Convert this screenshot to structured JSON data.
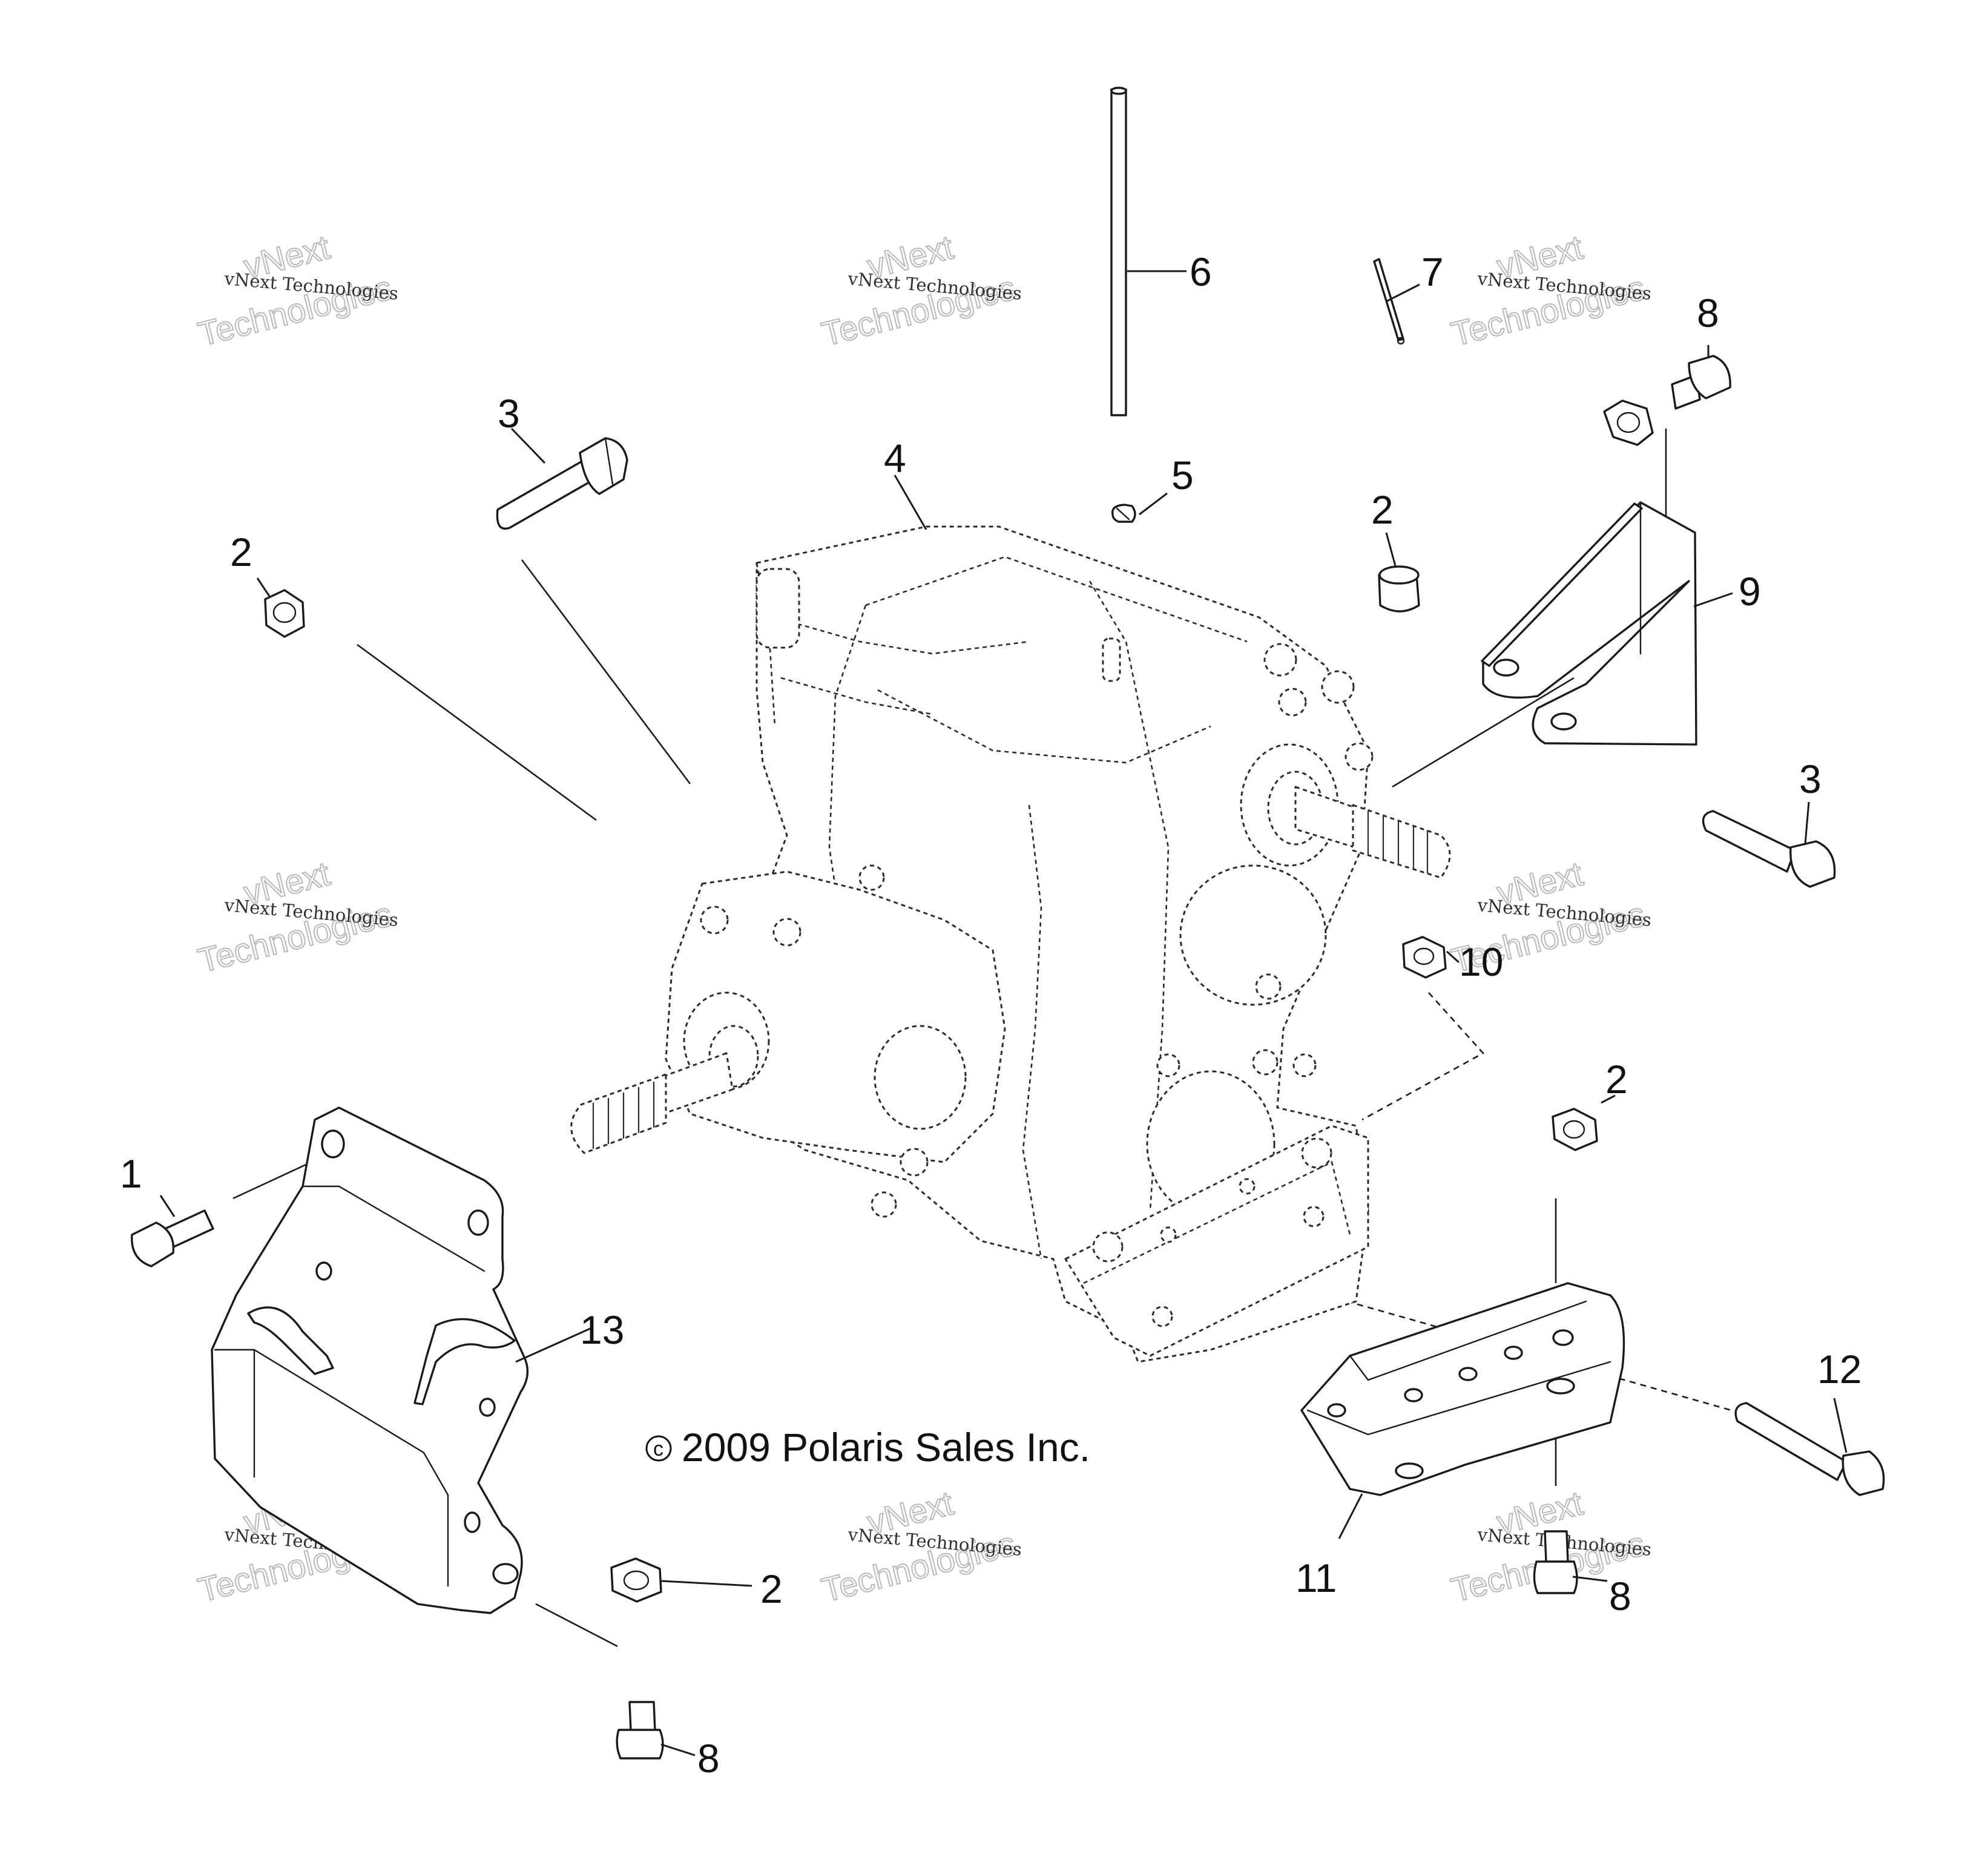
{
  "callouts": {
    "c1": "1",
    "c2a": "2",
    "c2b": "2",
    "c2c": "2",
    "c2d": "2",
    "c3a": "3",
    "c3b": "3",
    "c4": "4",
    "c5": "5",
    "c6": "6",
    "c7": "7",
    "c8a": "8",
    "c8b": "8",
    "c8c": "8",
    "c9": "9",
    "c10": "10",
    "c11": "11",
    "c12": "12",
    "c13": "13"
  },
  "copyright": {
    "symbol": "c",
    "text": "2009 Polaris Sales Inc."
  },
  "watermark": {
    "line1": "vNext Technologies",
    "line2": "vNext",
    "line3": "Technologies"
  }
}
